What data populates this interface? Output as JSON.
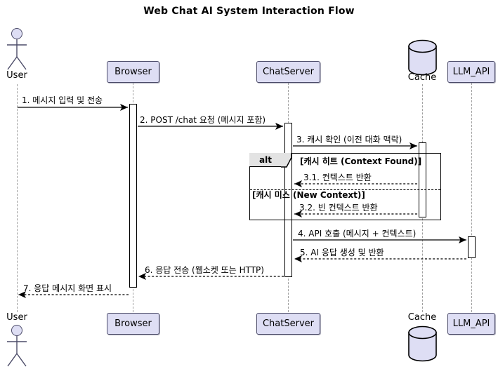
{
  "diagram": {
    "title": "Web Chat AI System Interaction Flow",
    "type": "sequence-diagram",
    "colors": {
      "participant_fill": "#dedef4",
      "participant_border": "#4b4b68",
      "lifeline": "#a0a0a0",
      "frame": "#000000",
      "frame_tab_fill": "#e3e3e3",
      "background": "#ffffff"
    }
  },
  "participants": [
    {
      "id": "user",
      "label": "User",
      "shape": "actor"
    },
    {
      "id": "browser",
      "label": "Browser",
      "shape": "box"
    },
    {
      "id": "chatserver",
      "label": "ChatServer",
      "shape": "box"
    },
    {
      "id": "cache",
      "label": "Cache",
      "shape": "database"
    },
    {
      "id": "llm",
      "label": "LLM_API",
      "shape": "box"
    }
  ],
  "messages": [
    {
      "num": "1",
      "label": "1. 메시지 입력 및 전송",
      "from": "user",
      "to": "browser",
      "style": "solid"
    },
    {
      "num": "2",
      "label": "2. POST /chat 요청 (메시지 포함)",
      "from": "browser",
      "to": "chatserver",
      "style": "solid"
    },
    {
      "num": "3",
      "label": "3. 캐시 확인 (이전 대화 맥락)",
      "from": "chatserver",
      "to": "cache",
      "style": "solid"
    },
    {
      "num": "3.1",
      "label": "3.1. 컨텍스트 반환",
      "from": "cache",
      "to": "chatserver",
      "style": "dashed"
    },
    {
      "num": "3.2",
      "label": "3.2. 빈 컨텍스트 반환",
      "from": "cache",
      "to": "chatserver",
      "style": "dashed"
    },
    {
      "num": "4",
      "label": "4. API 호출 (메시지 + 컨텍스트)",
      "from": "chatserver",
      "to": "llm",
      "style": "solid"
    },
    {
      "num": "5",
      "label": "5. AI 응답 생성 및 반환",
      "from": "llm",
      "to": "chatserver",
      "style": "dashed"
    },
    {
      "num": "6",
      "label": "6. 응답 전송 (웹소켓 또는 HTTP)",
      "from": "chatserver",
      "to": "browser",
      "style": "dashed"
    },
    {
      "num": "7",
      "label": "7. 응답 메시지 화면 표시",
      "from": "browser",
      "to": "user",
      "style": "dashed"
    }
  ],
  "fragment": {
    "operator": "alt",
    "branches": [
      {
        "guard": "[캐시 히트 (Context Found)]"
      },
      {
        "guard": "[캐시 미스 (New Context)]"
      }
    ]
  }
}
